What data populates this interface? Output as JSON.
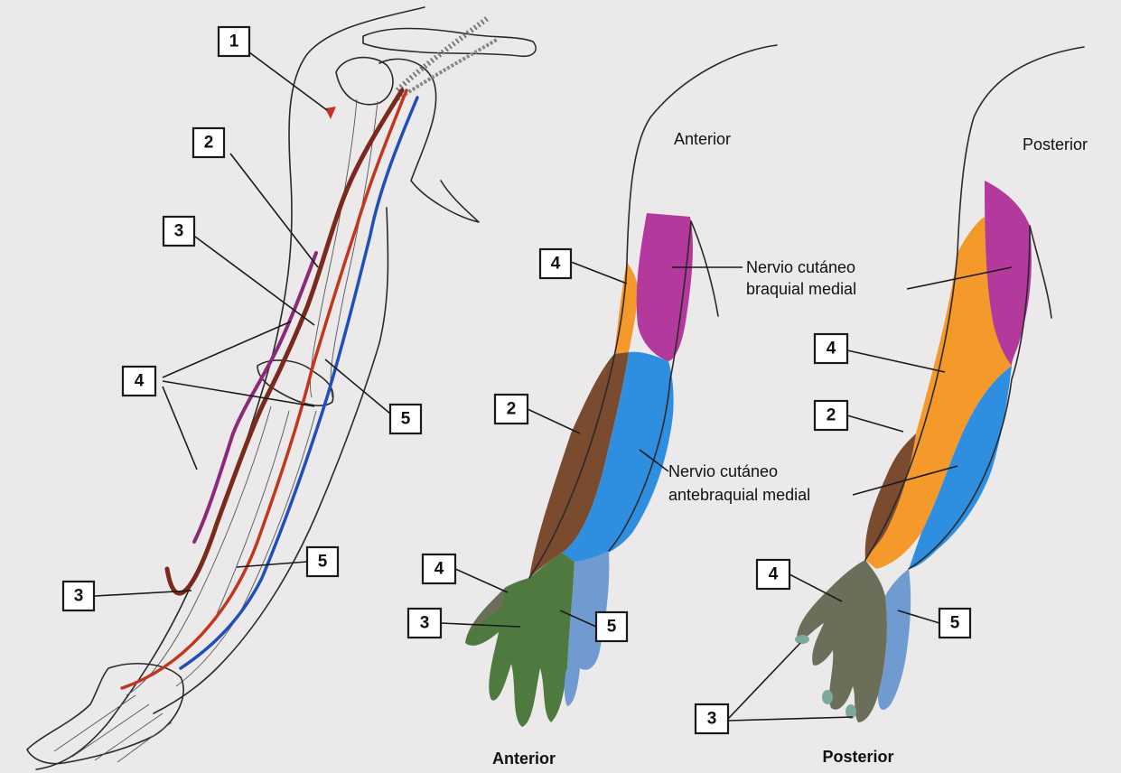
{
  "colors": {
    "background": "#ece9ea",
    "medial_brachial_cutaneous": "#b3399d",
    "medial_antebrachial_cutaneous": "#2e8fe0",
    "radial_region": "#7a4b2f",
    "lateral_antebrachial_cutaneous": "#f59a2a",
    "median_region": "#4f7a3f",
    "ulnar_region": "#6f9bd1",
    "dorsal_hand": "#6b6f5a",
    "nerve_red": "#c2361f",
    "nerve_blue": "#1f4fb8",
    "nerve_purple": "#8a2a78"
  },
  "left_figure": {
    "callouts": [
      {
        "id": "c1",
        "number": "1"
      },
      {
        "id": "c2",
        "number": "2"
      },
      {
        "id": "c3a",
        "number": "3"
      },
      {
        "id": "c4",
        "number": "4"
      },
      {
        "id": "c5a",
        "number": "5"
      },
      {
        "id": "c5b",
        "number": "5"
      },
      {
        "id": "c3b",
        "number": "3"
      }
    ]
  },
  "anterior_figure": {
    "top_label": "Anterior",
    "bottom_label": "Anterior",
    "callouts": [
      {
        "id": "a4",
        "number": "4"
      },
      {
        "id": "a2",
        "number": "2"
      },
      {
        "id": "a4h",
        "number": "4"
      },
      {
        "id": "a3",
        "number": "3"
      },
      {
        "id": "a5",
        "number": "5"
      }
    ]
  },
  "posterior_figure": {
    "top_label": "Posterior",
    "bottom_label": "Posterior",
    "callouts": [
      {
        "id": "p4",
        "number": "4"
      },
      {
        "id": "p2",
        "number": "2"
      },
      {
        "id": "p4h",
        "number": "4"
      },
      {
        "id": "p5",
        "number": "5"
      },
      {
        "id": "p3",
        "number": "3"
      }
    ]
  },
  "annotations": {
    "brachial_line1": "Nervio cutáneo",
    "brachial_line2": "braquial medial",
    "antebrachial_line1": "Nervio cutáneo",
    "antebrachial_line2": "antebraquial medial"
  }
}
